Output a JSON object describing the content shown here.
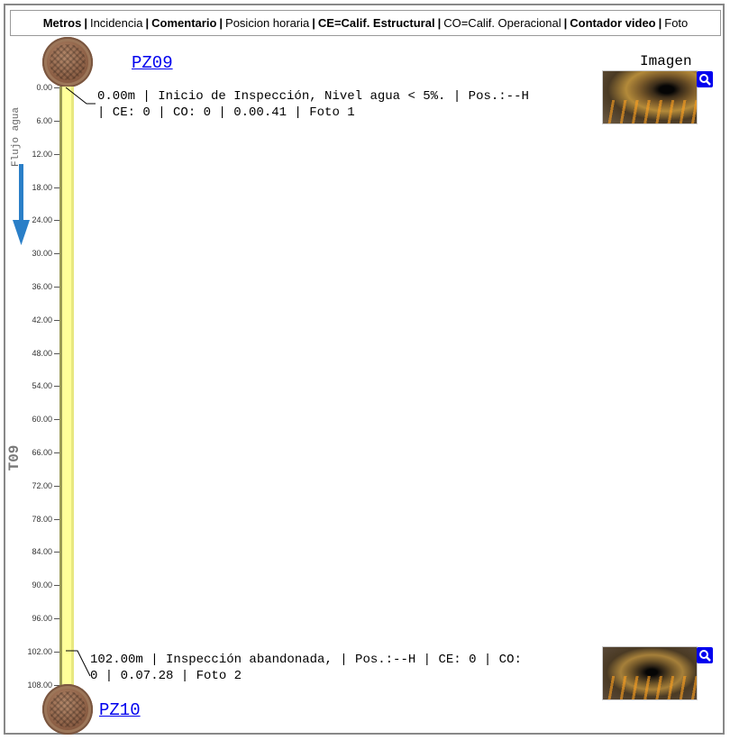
{
  "legend": {
    "metros": "Metros",
    "incidencia": "Incidencia",
    "comentario": "Comentario",
    "posicion": "Posicion horaria",
    "ce": "CE=Calif. Estructural",
    "co": "CO=Calif. Operacional",
    "contador": "Contador video",
    "foto": "Foto",
    "separator": "|"
  },
  "manholes": {
    "start": {
      "label": "PZ09",
      "icon": "manhole-cover-icon"
    },
    "end": {
      "label": "PZ10",
      "icon": "manhole-cover-icon"
    }
  },
  "image_column_title": "Imagen",
  "flow_label": "Flujo agua",
  "segment_label": "T09",
  "scale_ticks": [
    "0.00",
    "6.00",
    "12.00",
    "18.00",
    "24.00",
    "30.00",
    "36.00",
    "42.00",
    "48.00",
    "54.00",
    "60.00",
    "66.00",
    "72.00",
    "78.00",
    "84.00",
    "90.00",
    "96.00",
    "102.00",
    "108.00"
  ],
  "observations": [
    {
      "line1": "0.00m | Inicio de Inspección, Nivel agua < 5%. | Pos.:--H",
      "line2": "| CE: 0 | CO: 0 | 0.00.41 | Foto 1",
      "photo_icon": "sewer-photo-thumbnail",
      "zoom_icon": "zoom-icon"
    },
    {
      "line1": "102.00m | Inspección abandonada, | Pos.:--H | CE: 0 | CO:",
      "line2": "0 | 0.07.28 | Foto 2",
      "photo_icon": "sewer-photo-thumbnail",
      "zoom_icon": "zoom-icon"
    }
  ],
  "colors": {
    "pipe": "#ffff99",
    "link": "#0000ee",
    "flow_arrow": "#2a7fc8"
  }
}
